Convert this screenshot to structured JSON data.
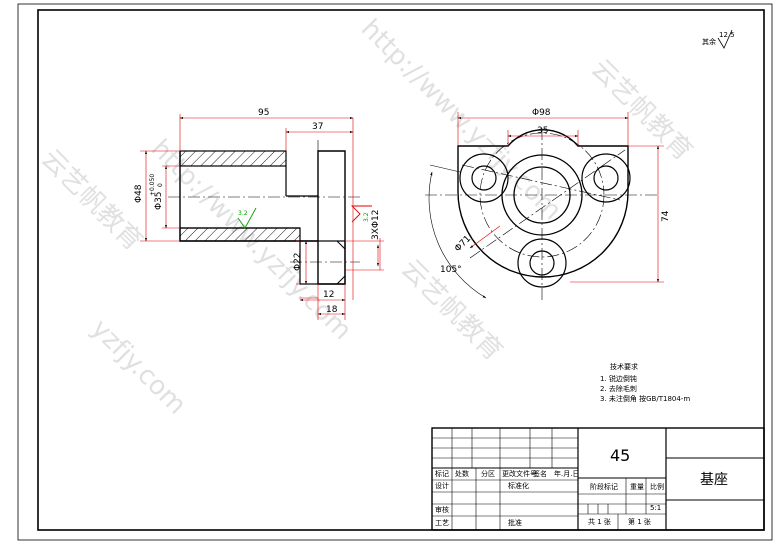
{
  "watermarks": [
    "http://www.yzfjy.com",
    "云艺帆教育",
    "http://www.yzfjy.com",
    "云艺帆教育",
    "yzfjy.com",
    "云艺帆教育"
  ],
  "roughness": {
    "label": "其余",
    "value": "12.5"
  },
  "front_view": {
    "dim_overall_length": "95",
    "dim_flange_length": "37",
    "dim_outer_dia": "Φ48",
    "dim_bore": "Φ35",
    "dim_bore_tol_upper": "+0.050",
    "dim_bore_tol_lower": "0",
    "dim_boss_dia": "Φ22",
    "dim_boss_length": "12",
    "dim_boss_total": "18",
    "dim_holes": "3XΦ12",
    "rough_bore": "3.2",
    "rough_side": "3.2"
  },
  "side_view": {
    "dim_flange_dia": "Φ98",
    "dim_width": "35",
    "dim_height": "74",
    "dim_pcd": "Φ71",
    "dim_angle": "105°"
  },
  "notes": {
    "title": "技术要求",
    "items": [
      "1. 锐边倒钝",
      "2. 去除毛刺",
      "3. 未注倒角 按GB/T1804-m"
    ]
  },
  "title_block": {
    "material": "45",
    "part_name": "基座",
    "header_labels": [
      "标记",
      "处数",
      "分区",
      "更改文件号",
      "签名",
      "年.月.日"
    ],
    "row_labels": [
      "设计",
      "审核",
      "工艺"
    ],
    "std_label": "标准化",
    "approve_label": "批准",
    "stage_label": "阶段标记",
    "weight_label": "重量",
    "scale_label": "比例",
    "scale_value": "5:1",
    "total_sheets": "共 1 张",
    "sheet_no": "第 1 张"
  }
}
